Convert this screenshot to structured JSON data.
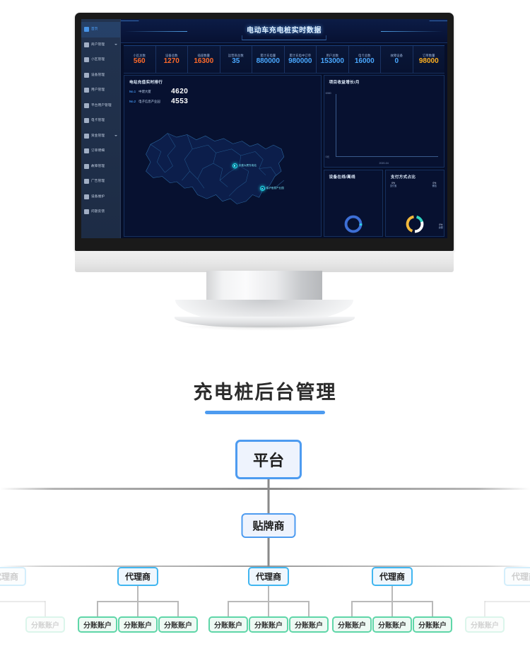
{
  "dashboard": {
    "title": "电动车充电桩实时数据",
    "sidebar": [
      {
        "label": "首页",
        "icon": "home-icon",
        "active": true,
        "arrow": false
      },
      {
        "label": "商户管理",
        "icon": "shop-icon",
        "active": false,
        "arrow": true
      },
      {
        "label": "小区管理",
        "icon": "building-icon",
        "active": false,
        "arrow": false
      },
      {
        "label": "设备管理",
        "icon": "device-icon",
        "active": false,
        "arrow": false
      },
      {
        "label": "用户管理",
        "icon": "user-icon",
        "active": false,
        "arrow": false
      },
      {
        "label": "平台用户管理",
        "icon": "users-icon",
        "active": false,
        "arrow": false
      },
      {
        "label": "电卡管理",
        "icon": "card-icon",
        "active": false,
        "arrow": false
      },
      {
        "label": "资金管理",
        "icon": "money-icon",
        "active": false,
        "arrow": true
      },
      {
        "label": "订单明细",
        "icon": "order-icon",
        "active": false,
        "arrow": false
      },
      {
        "label": "故障管理",
        "icon": "warning-icon",
        "active": false,
        "arrow": false
      },
      {
        "label": "广告管理",
        "icon": "ad-icon",
        "active": false,
        "arrow": false
      },
      {
        "label": "设备维护",
        "icon": "wrench-icon",
        "active": false,
        "arrow": false
      },
      {
        "label": "问题反馈",
        "icon": "feedback-icon",
        "active": false,
        "arrow": false
      }
    ],
    "stats": [
      {
        "label": "小区总数",
        "value": "560",
        "color": "#ff6a2b"
      },
      {
        "label": "设备总数",
        "value": "1270",
        "color": "#ff6a2b"
      },
      {
        "label": "插座数量",
        "value": "16300",
        "color": "#ff6a2b"
      },
      {
        "label": "运营商总数",
        "value": "35",
        "color": "#4aa8ff"
      },
      {
        "label": "累计充电量",
        "value": "880000",
        "color": "#4aa8ff"
      },
      {
        "label": "累计充电中订单",
        "value": "980000",
        "color": "#4aa8ff"
      },
      {
        "label": "用户总数",
        "value": "153000",
        "color": "#4aa8ff"
      },
      {
        "label": "电卡总数",
        "value": "16000",
        "color": "#4aa8ff"
      },
      {
        "label": "故障设备",
        "value": "0",
        "color": "#4aa8ff"
      },
      {
        "label": "订单数量",
        "value": "98000",
        "color": "#ffb01f"
      }
    ],
    "ranking": {
      "title": "电站充值实时排行",
      "rows": [
        {
          "no": "No.1",
          "name": "中建大厦",
          "value": "4620"
        },
        {
          "no": "No.2",
          "name": "电子信息产业园",
          "value": "4553"
        }
      ]
    },
    "map": {
      "markers": [
        {
          "label": "中建大厦充电站"
        },
        {
          "label": "电子信息产业园"
        }
      ]
    },
    "growth": {
      "title": "项目收益增长/月",
      "y_top": "6980",
      "y_bottom": "0元",
      "x_label": "2020-04"
    },
    "online": {
      "title": "设备在线/离线"
    },
    "payment": {
      "title": "支付方式占比",
      "slices": [
        {
          "name": "支付宝",
          "pct": "0%",
          "color": "#f2b93c"
        },
        {
          "name": "微信",
          "pct": "0%",
          "color": "#2fd6c4"
        },
        {
          "name": "余额",
          "pct": "0%",
          "color": "#ffffff"
        }
      ]
    }
  },
  "chart_data": [
    {
      "type": "line",
      "title": "项目收益增长/月",
      "x": [
        "2020-04"
      ],
      "values": [
        0
      ],
      "xlabel": "",
      "ylabel": "",
      "ylim": [
        0,
        6980
      ],
      "ytick_labels": [
        "0元",
        "6980"
      ],
      "grid": false,
      "legend": "none"
    },
    {
      "type": "pie",
      "title": "设备在线/离线",
      "categories": [
        "在线",
        "离线"
      ],
      "values": [
        96,
        4
      ],
      "colors": [
        "#3d6fd6",
        "#2fd6ea"
      ],
      "donut": true,
      "legend": "none"
    },
    {
      "type": "pie",
      "title": "支付方式占比",
      "categories": [
        "支付宝",
        "微信",
        "余额"
      ],
      "values": [
        0,
        0,
        0
      ],
      "labels": [
        "0%",
        "0%",
        "0%"
      ],
      "colors": [
        "#f2b93c",
        "#2fd6c4",
        "#ffffff"
      ],
      "donut": true,
      "legend": "callout"
    },
    {
      "type": "bar",
      "title": "电站充值实时排行",
      "categories": [
        "中建大厦",
        "电子信息产业园"
      ],
      "values": [
        4620,
        4553
      ],
      "xlabel": "",
      "ylabel": "",
      "legend": "none"
    }
  ],
  "section": {
    "heading": "充电桩后台管理",
    "accent": "#4d9bf0"
  },
  "org_chart": {
    "platform": "平台",
    "oem": "贴牌商",
    "agents": [
      "代理商",
      "代理商",
      "代理商"
    ],
    "accounts": [
      "分账账户",
      "分账账户",
      "分账账户",
      "分账账户",
      "分账账户",
      "分账账户",
      "分账账户",
      "分账账户",
      "分账账户"
    ],
    "edge_left_agent": "代理商",
    "edge_right_agent": "代理商",
    "edge_left_account": "分账账户",
    "edge_right_account": "分账账户"
  }
}
